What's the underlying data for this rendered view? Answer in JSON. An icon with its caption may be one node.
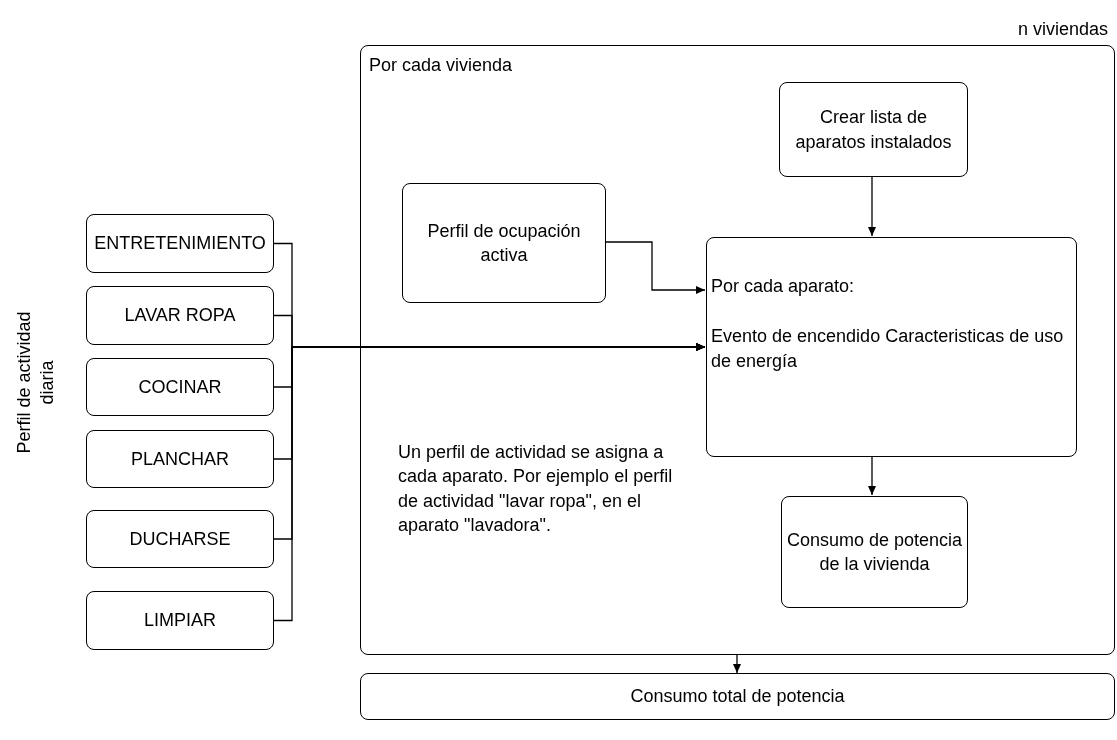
{
  "diagram": {
    "nodes": [
      {
        "text": [
          "Por cada vivienda"
        ],
        "beside": [
          "n viviendas"
        ]
      },
      {
        "text": [
          "Crear lista de aparatos instalados"
        ],
        "in": 0
      },
      {
        "text": [
          "Perfil de ocupación activa"
        ],
        "in": 0
      },
      {
        "text": [
          "Por cada aparato:",
          "Evento de encendido Caracteristicas de uso de energía"
        ],
        "in": 0
      },
      {
        "text": [
          "Consumo de potencia de la vivienda"
        ],
        "in": 0
      },
      {
        "text": [
          "Consumo total de potencia"
        ]
      },
      {
        "text": [
          "ENTRETENIMIENTO"
        ]
      },
      {
        "text": [
          "LAVAR ROPA"
        ]
      },
      {
        "text": [
          "COCINAR"
        ]
      },
      {
        "text": [
          "PLANCHAR"
        ]
      },
      {
        "text": [
          "DUCHARSE"
        ]
      },
      {
        "text": [
          "LIMPIAR"
        ]
      }
    ],
    "edges": [
      {
        "from": 1,
        "to": 3,
        "arrow": "to"
      },
      {
        "from": 2,
        "to": 3,
        "arrow": "to"
      },
      {
        "from": 6,
        "to": 3,
        "arrow": "to"
      },
      {
        "from": 7,
        "to": 3,
        "arrow": "to"
      },
      {
        "from": 8,
        "to": 3,
        "arrow": "to"
      },
      {
        "from": 9,
        "to": 3,
        "arrow": "to"
      },
      {
        "from": 10,
        "to": 3,
        "arrow": "to"
      },
      {
        "from": 11,
        "to": 3,
        "arrow": "to"
      },
      {
        "from": 3,
        "to": 4,
        "arrow": "to"
      },
      {
        "from": 0,
        "to": 5,
        "arrow": "to"
      }
    ],
    "labels": [
      "Perfil de actividad diaria",
      "Un perfil de actividad se asigna a cada aparato. Por ejemplo el perfil de actividad \"lavar ropa\", en el aparato \"lavadora\"."
    ]
  }
}
